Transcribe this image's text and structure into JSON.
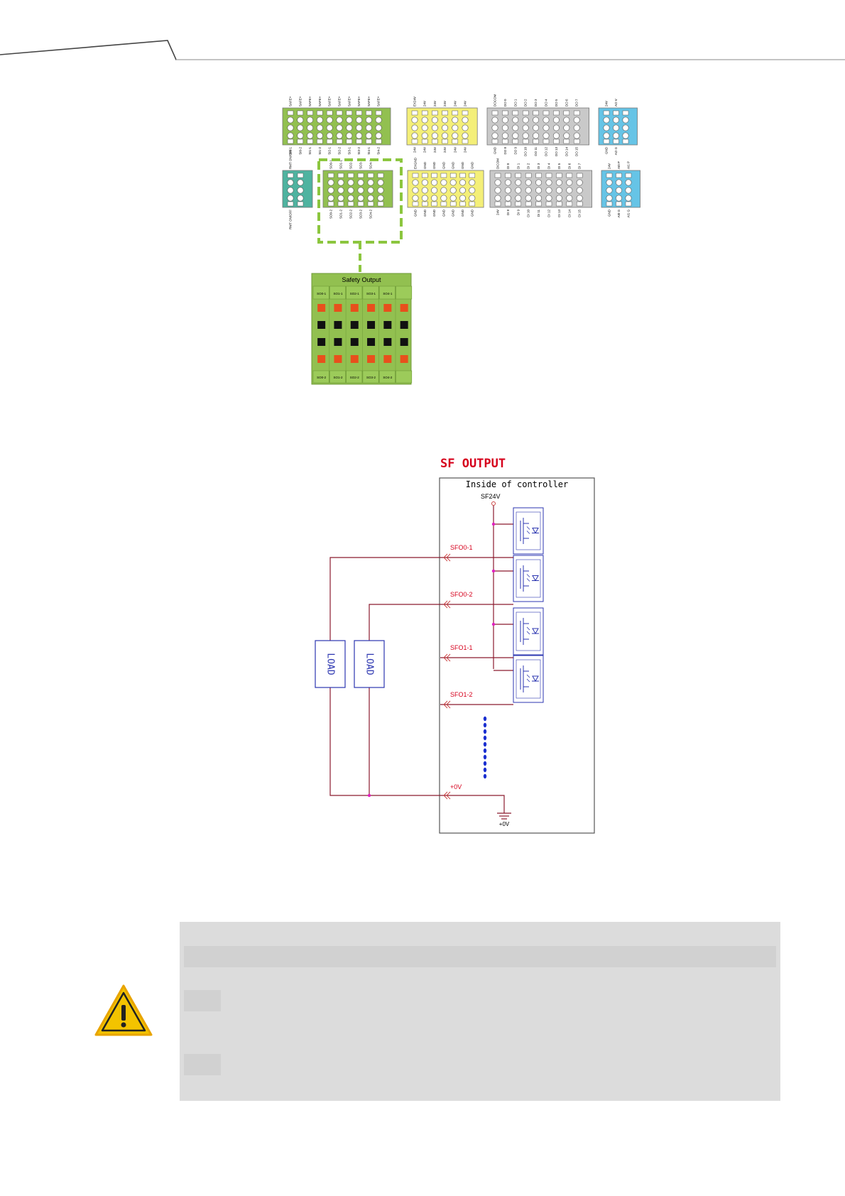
{
  "terminals": {
    "row1": {
      "block1": {
        "top_labels": [
          "SAFE+",
          "SAFE+",
          "SAFE+",
          "SAFE+",
          "SAFE+",
          "SAFE+",
          "SAFE+",
          "SAFE+",
          "SAFE+",
          "SAFE+"
        ],
        "bottom_labels": [
          "SI0-1",
          "SI0-2",
          "SI1-1",
          "SI1-2",
          "SI2-1",
          "SI2-2",
          "SI3-1",
          "SI3-2",
          "SI4-1",
          "SI4-2"
        ]
      },
      "block2": {
        "top_labels": [
          "EX24V",
          "24V",
          "24V",
          "24V",
          "24V",
          "24V"
        ],
        "bottom_labels": [
          "24V",
          "24V",
          "24V",
          "24V",
          "24V",
          "24V"
        ]
      },
      "block3": {
        "top_labels": [
          "DOCOM",
          "DO 0",
          "DO 1",
          "DO 2",
          "DO 3",
          "DO 4",
          "DO 5",
          "DO 6",
          "DO 7"
        ],
        "bottom_labels": [
          "GND",
          "DO 8",
          "DO 9",
          "DO 10",
          "DO 11",
          "DO 12",
          "DO 13",
          "DO 14",
          "DO 15"
        ]
      },
      "block4": {
        "top_labels": [
          "24V",
          "AO V"
        ],
        "bottom_labels": [
          "GND",
          "AO G"
        ]
      }
    },
    "row2": {
      "block1": {
        "top_labels": [
          "RMT ON/OFF"
        ],
        "bottom_labels": [
          "RMT ON/OFF"
        ]
      },
      "block2": {
        "top_labels": [
          "SO0-1",
          "SO1-1",
          "SO2-1",
          "SO3-1",
          "SO4-1"
        ],
        "bottom_labels": [
          "SO0-2",
          "SO1-2",
          "SO2-2",
          "SO3-2",
          "SO4-2"
        ]
      },
      "block3": {
        "top_labels": [
          "EXGND",
          "GND",
          "GND",
          "GND",
          "GND",
          "GND",
          "GND"
        ],
        "bottom_labels": [
          "GND",
          "GND",
          "GND",
          "GND",
          "GND",
          "GND",
          "GND"
        ]
      },
      "block4": {
        "top_labels": [
          "DICOM",
          "DI 0",
          "DI 1",
          "DI 2",
          "DI 3",
          "DI 4",
          "DI 5",
          "DI 6",
          "DI 7"
        ],
        "bottom_labels": [
          "24V",
          "DI 8",
          "DI 9",
          "DI 10",
          "DI 11",
          "DI 12",
          "DI 13",
          "DI 14",
          "DI 15"
        ]
      },
      "block5": {
        "top_labels": [
          "24V",
          "AI0 P",
          "AI1 P"
        ],
        "bottom_labels": [
          "GND",
          "AI0 G",
          "AI1 G"
        ]
      }
    },
    "zoom": {
      "title": "Safety Output",
      "top_labels": [
        "SO0-1",
        "SO1-1",
        "SO2-1",
        "SO3-1",
        "SO4-1"
      ],
      "bottom_labels": [
        "SO0-2",
        "SO1-2",
        "SO2-2",
        "SO3-2",
        "SO4-2"
      ]
    }
  },
  "circuit": {
    "title": "SF  OUTPUT",
    "box_title": "Inside  of  controller",
    "supply_label": "SF24V",
    "output_labels": [
      "SFO0-1",
      "SFO0-2",
      "SFO1-1",
      "SFO1-2"
    ],
    "load_label": "LOAD",
    "zero_label": "+0V",
    "ground_label": "+0V"
  },
  "colors": {
    "green": "#92c050",
    "yellow": "#f4ef78",
    "gray": "#c9c9c9",
    "blue": "#66c4e6",
    "teal": "#4fb3a0",
    "dash": "#8cc63f",
    "wire": "#8b1a2e",
    "schematic_blue": "#2b35b0",
    "title_red": "#d6001c"
  }
}
